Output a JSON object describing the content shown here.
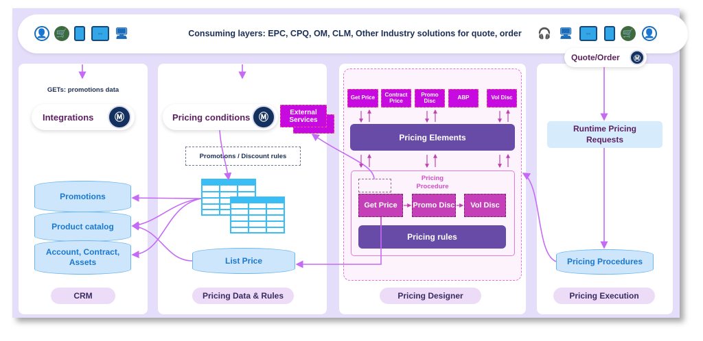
{
  "header": {
    "title": "Consuming layers: EPC, CPQ, OM, CLM, Other Industry solutions for quote, order",
    "left_icons": [
      "user-icon",
      "cart-icon",
      "mobile-icon",
      "bot-icon",
      "desktop-devices-icon"
    ],
    "right_icons": [
      "headset-icon",
      "desktop-devices-icon",
      "bot-icon",
      "mobile-icon",
      "cart-icon",
      "user-icon"
    ]
  },
  "crm": {
    "label": "CRM",
    "gets_text": "GETs: promotions data",
    "integrations": "Integrations",
    "databases": [
      "Promotions",
      "Product catalog",
      "Account, Contract, Assets"
    ]
  },
  "pricing_data": {
    "label": "Pricing Data & Rules",
    "conditions": "Pricing conditions",
    "external_services": "External Services",
    "rules_box": "Promotions / Discount rules",
    "list_price": "List Price"
  },
  "designer": {
    "label": "Pricing Designer",
    "elements": [
      "Get Price",
      "Contract Price",
      "Promo Disc",
      "ABP",
      "Vol Disc"
    ],
    "pricing_elements": "Pricing Elements",
    "procedure_title": "Pricing Procedure",
    "steps": [
      "Get Price",
      "Promo Disc",
      "Vol Disc"
    ],
    "pricing_rules": "Pricing rules"
  },
  "execution": {
    "label": "Pricing Execution",
    "quote_order": "Quote/Order",
    "runtime": "Runtime Pricing Requests",
    "procedures": "Pricing Procedures"
  },
  "colors": {
    "accent": "#c56af5",
    "bar": "#674ba6",
    "element": "#c70ae0",
    "db": "#cde6fb",
    "mulesoft": "#13305e"
  }
}
